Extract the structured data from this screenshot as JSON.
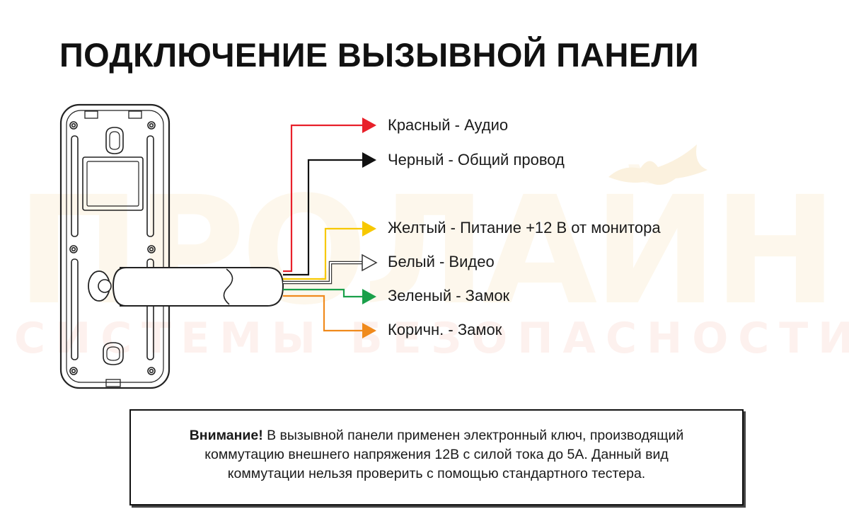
{
  "title": "ПОДКЛЮЧЕНИЕ ВЫЗЫВНОЙ ПАНЕЛИ",
  "watermark": {
    "brand": "ПРОЛАЙН",
    "tagline": "СИСТЕМЫ БЕЗОПАСНОСТИ",
    "color": "#fdf3e3"
  },
  "wires": [
    {
      "label": "Красный - Аудио",
      "color": "#e8202a"
    },
    {
      "label": "Черный - Общий провод",
      "color": "#111111"
    },
    {
      "label": "Желтый - Питание +12 В от монитора",
      "color": "#f7c800"
    },
    {
      "label": "Белый - Видео",
      "color": "#ffffff"
    },
    {
      "label": "Зеленый - Замок",
      "color": "#1aa04a"
    },
    {
      "label": "Коричн. - Замок",
      "color": "#f08a1c"
    }
  ],
  "notice": {
    "strong": "Внимание!",
    "line1": " В вызывной панели применен электронный ключ, производящий",
    "line2": "коммутацию внешнего напряжения 12В с силой тока до 5А.  Данный вид",
    "line3": "коммутации нельзя проверить с помощью стандартного тестера."
  }
}
